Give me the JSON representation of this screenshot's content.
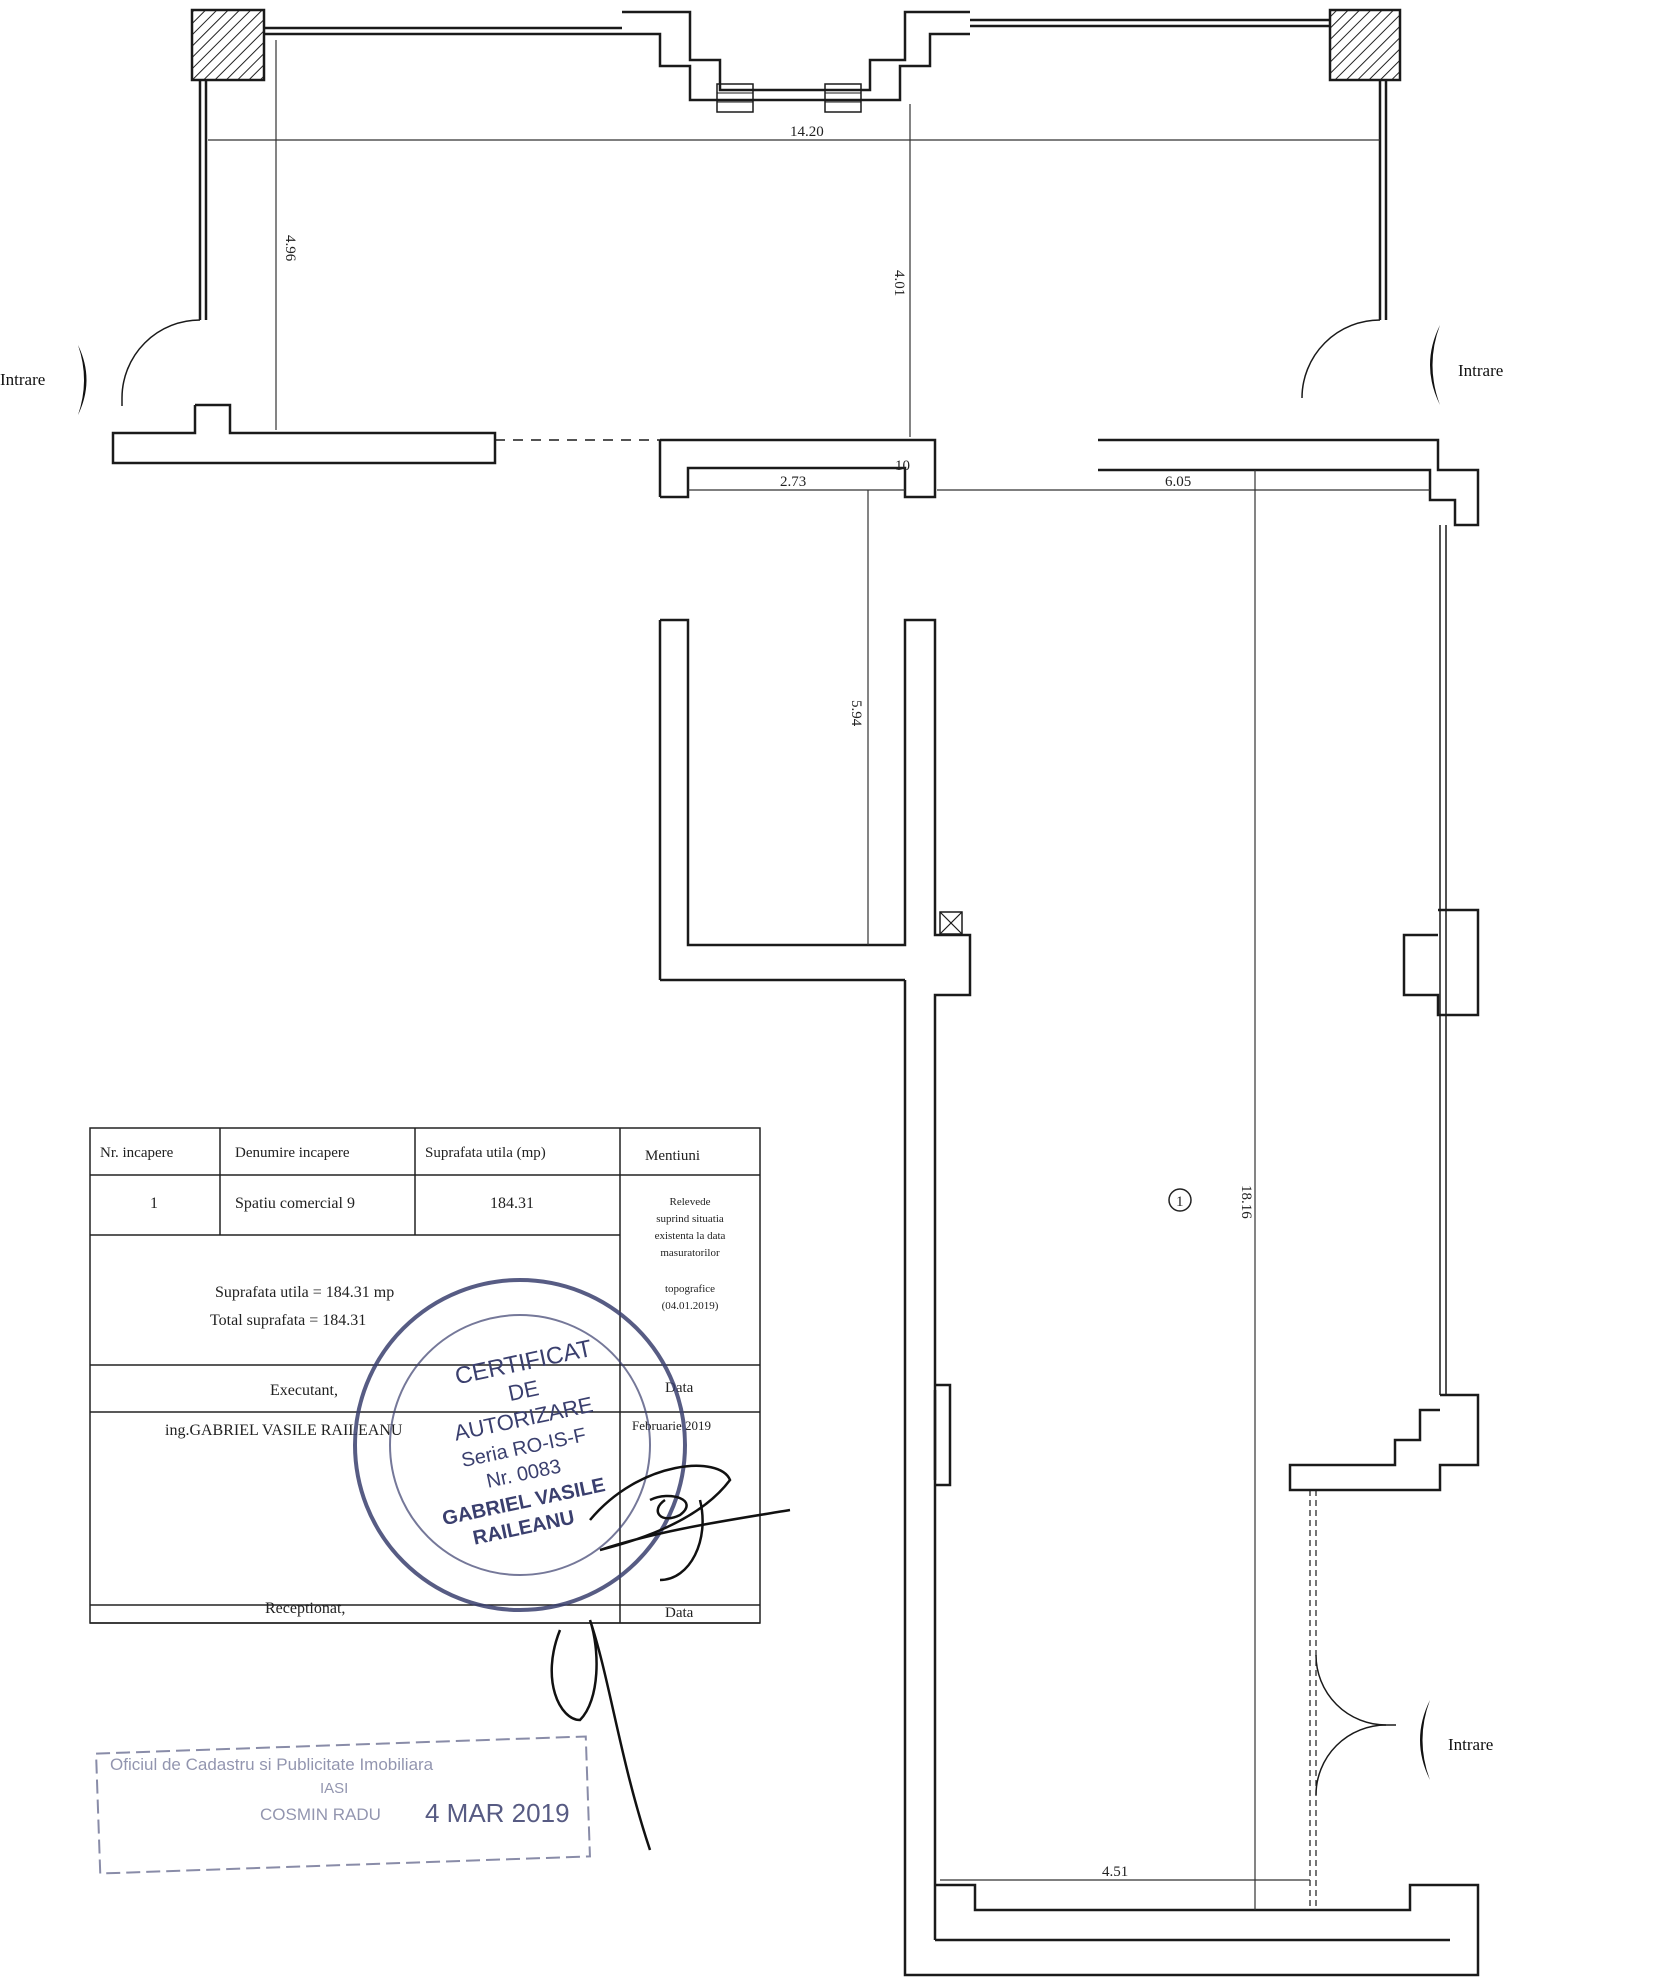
{
  "plan": {
    "dimensions": {
      "total_width": "14.20",
      "left_height": "4.96",
      "center_height": "4.01",
      "corridor_width": "2.73",
      "right_width": "6.05",
      "corridor_length": "5.94",
      "main_length": "18.16",
      "bottom_width": "4.51",
      "small_label": "10"
    },
    "room_number": "1",
    "entrances": {
      "left": "Intrare",
      "right_top": "Intrare",
      "right_bottom": "Intrare"
    }
  },
  "table": {
    "headers": {
      "nr": "Nr. incapere",
      "name": "Denumire incapere",
      "area": "Suprafata utila (mp)",
      "notes": "Mentiuni"
    },
    "row": {
      "nr": "1",
      "name": "Spatiu comercial 9",
      "area": "184.31"
    },
    "notes_lines": [
      "Relevede",
      "suprind situatia",
      "existenta la data",
      "masuratorilor",
      "topografice",
      "(04.01.2019)"
    ],
    "summary_useful": "Suprafata utila = 184.31 mp",
    "summary_total": "Total suprafata = 184.31",
    "executant_label": "Executant,",
    "executant_name": "ing.GABRIEL VASILE RAILEANU",
    "data_label": "Data",
    "data_value": "Februarie 2019",
    "receptionat_label": "Receptionat,",
    "data_label_2": "Data"
  },
  "stamp": {
    "line1": "CERTIFICAT",
    "line2": "DE",
    "line3": "AUTORIZARE",
    "line4": "Seria RO-IS-F",
    "line5": "Nr. 0083",
    "line6": "GABRIEL VASILE",
    "line7": "RAILEANU"
  },
  "stamp2": {
    "line1": "Oficiul de Cadastru si Publicitate Imobiliara",
    "line2": "IASI",
    "line3": "COSMIN RADU",
    "date": "4 MAR 2019"
  },
  "colors": {
    "ink": "#1a1a1a",
    "stamp_ink": "#3a3f6e"
  }
}
